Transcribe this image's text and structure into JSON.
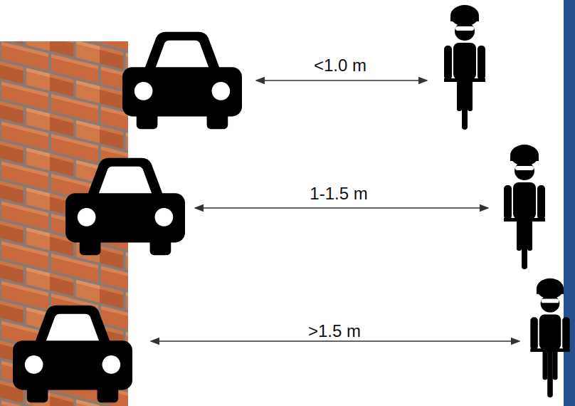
{
  "diagram": {
    "labels": [
      "<1.0 m",
      "1-1.5 m",
      ">1.5 m"
    ]
  }
}
